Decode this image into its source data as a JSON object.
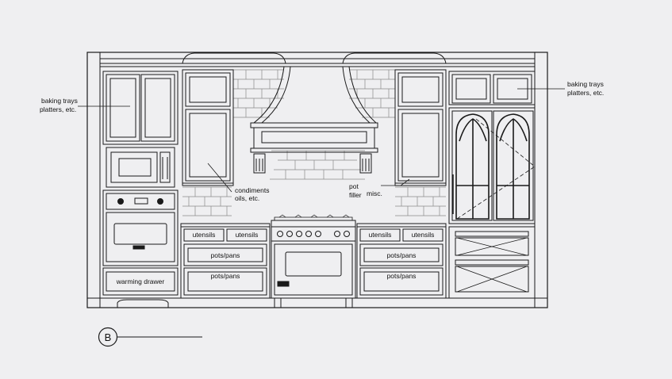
{
  "labels": {
    "baking_left_1": "baking trays",
    "baking_left_2": "platters, etc.",
    "baking_right_1": "baking trays",
    "baking_right_2": "platters, etc.",
    "condiments_1": "condiments",
    "condiments_2": "oils, etc.",
    "pot_filler_1": "pot",
    "pot_filler_2": "filler",
    "misc": "misc.",
    "warming_drawer": "warming drawer",
    "utensils_l1": "utensils",
    "utensils_l2": "utensils",
    "utensils_r1": "utensils",
    "utensils_r2": "utensils",
    "potspans_l1": "pots/pans",
    "potspans_l2": "pots/pans",
    "potspans_r1": "pots/pans",
    "potspans_r2": "pots/pans"
  },
  "section_marker": "B",
  "colors": {
    "line": "#1a1a1a",
    "background": "#efeff1",
    "brick": "#8a8a8a"
  }
}
